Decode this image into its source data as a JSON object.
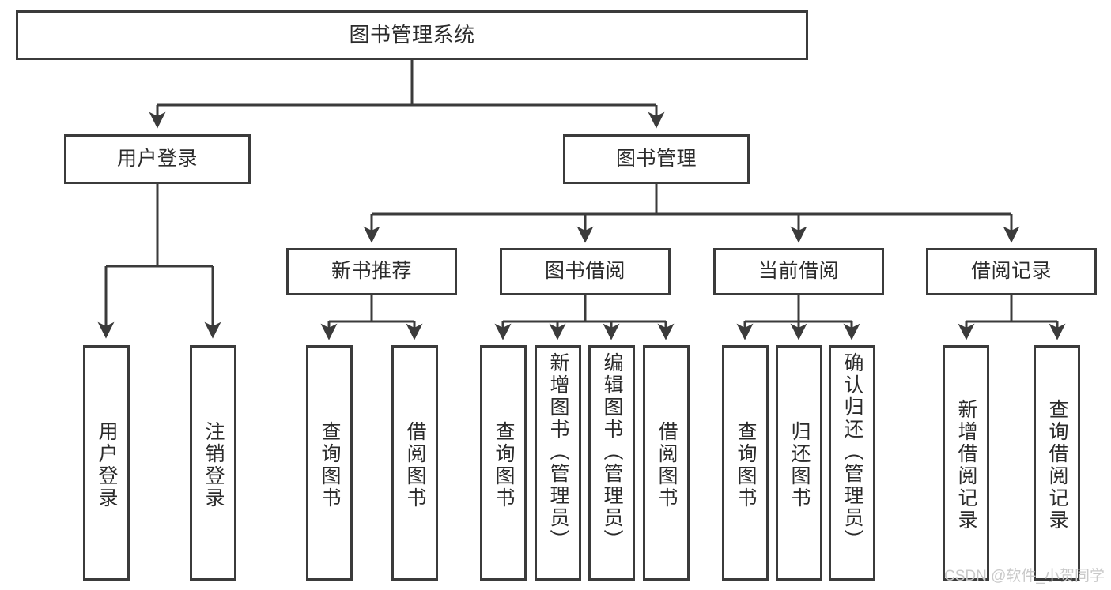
{
  "diagram": {
    "type": "tree",
    "title": "图书管理系统",
    "stroke_color": "#3b3b3b",
    "text_color": "#2b2b2b",
    "background": "#ffffff",
    "watermark": "CSDN @软件_小贺同学",
    "watermark_color": "#c9c9c9",
    "nodes": {
      "root": {
        "label": "图书管理系统"
      },
      "level1": [
        {
          "id": "user-login",
          "label": "用户登录"
        },
        {
          "id": "book-manage",
          "label": "图书管理"
        }
      ],
      "level2": [
        {
          "id": "new-book-rec",
          "label": "新书推荐"
        },
        {
          "id": "book-borrow",
          "label": "图书借阅"
        },
        {
          "id": "current-borrow",
          "label": "当前借阅"
        },
        {
          "id": "borrow-record",
          "label": "借阅记录"
        }
      ],
      "leaves": {
        "user-login": [
          {
            "id": "leaf-user-login",
            "label": "用户登录"
          },
          {
            "id": "leaf-logout",
            "label": "注销登录"
          }
        ],
        "new-book-rec": [
          {
            "id": "leaf-query-book-1",
            "label": "查询图书"
          },
          {
            "id": "leaf-borrow-book-1",
            "label": "借阅图书"
          }
        ],
        "book-borrow": [
          {
            "id": "leaf-query-book-2",
            "label": "查询图书"
          },
          {
            "id": "leaf-add-book",
            "label": "新增图书（管理员）"
          },
          {
            "id": "leaf-edit-book",
            "label": "编辑图书（管理员）"
          },
          {
            "id": "leaf-borrow-book-2",
            "label": "借阅图书"
          }
        ],
        "current-borrow": [
          {
            "id": "leaf-query-book-3",
            "label": "查询图书"
          },
          {
            "id": "leaf-return-book",
            "label": "归还图书"
          },
          {
            "id": "leaf-confirm-return",
            "label": "确认归还（管理员）"
          }
        ],
        "borrow-record": [
          {
            "id": "leaf-add-record",
            "label": "新增借阅记录"
          },
          {
            "id": "leaf-query-record",
            "label": "查询借阅记录"
          }
        ]
      }
    },
    "edges": [
      {
        "from": "图书管理系统",
        "to": "用户登录"
      },
      {
        "from": "图书管理系统",
        "to": "图书管理"
      },
      {
        "from": "用户登录",
        "to": "用户登录"
      },
      {
        "from": "用户登录",
        "to": "注销登录"
      },
      {
        "from": "图书管理",
        "to": "新书推荐"
      },
      {
        "from": "图书管理",
        "to": "图书借阅"
      },
      {
        "from": "图书管理",
        "to": "当前借阅"
      },
      {
        "from": "图书管理",
        "to": "借阅记录"
      },
      {
        "from": "新书推荐",
        "to": "查询图书"
      },
      {
        "from": "新书推荐",
        "to": "借阅图书"
      },
      {
        "from": "图书借阅",
        "to": "查询图书"
      },
      {
        "from": "图书借阅",
        "to": "新增图书（管理员）"
      },
      {
        "from": "图书借阅",
        "to": "编辑图书（管理员）"
      },
      {
        "from": "图书借阅",
        "to": "借阅图书"
      },
      {
        "from": "当前借阅",
        "to": "查询图书"
      },
      {
        "from": "当前借阅",
        "to": "归还图书"
      },
      {
        "from": "当前借阅",
        "to": "确认归还（管理员）"
      },
      {
        "from": "借阅记录",
        "to": "新增借阅记录"
      },
      {
        "from": "借阅记录",
        "to": "查询借阅记录"
      }
    ]
  }
}
